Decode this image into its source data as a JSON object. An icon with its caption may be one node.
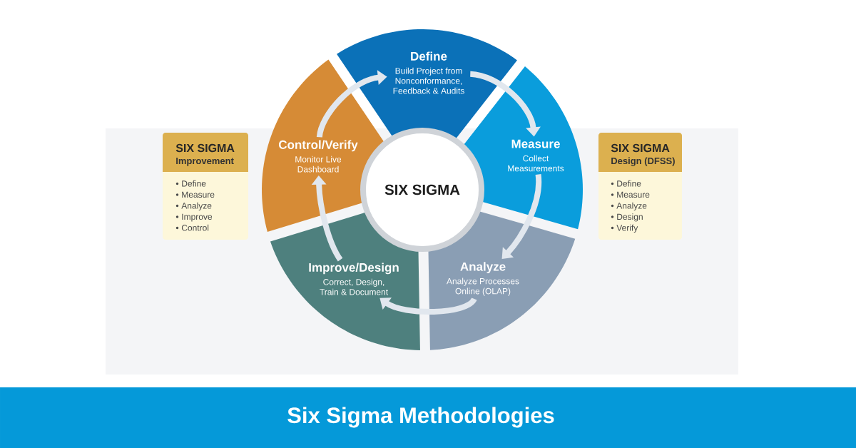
{
  "diagram": {
    "title": "Six Sigma Methodologies",
    "nodes": [
      {
        "text": [
          "Define",
          "Build Project from Nonconformance, Feedback & Audits"
        ]
      },
      {
        "text": [
          "Measure",
          "Collect Measurements"
        ]
      },
      {
        "text": [
          "Analyze",
          "Analyze Processes Online (OLAP)"
        ]
      },
      {
        "text": [
          "Improve/Design",
          "Correct, Design, Train & Document"
        ]
      },
      {
        "text": [
          "Control/Verify",
          "Monitor Live Dashboard"
        ]
      },
      {
        "text": [
          "SIX SIGMA"
        ]
      },
      {
        "text": [
          "SIX SIGMA",
          "Improvement",
          "Define",
          "Measure",
          "Analyze",
          "Improve",
          "Control"
        ]
      },
      {
        "text": [
          "SIX SIGMA",
          "Design (DFSS)",
          "Define",
          "Measure",
          "Analyze",
          "Design",
          "Verify"
        ]
      }
    ],
    "edges": [
      {
        "from": 0,
        "to": 1,
        "arrow": "to"
      },
      {
        "from": 1,
        "to": 2,
        "arrow": "to"
      },
      {
        "from": 2,
        "to": 3,
        "arrow": "to"
      },
      {
        "from": 3,
        "to": 4,
        "arrow": "to"
      },
      {
        "from": 4,
        "to": 0,
        "arrow": "to"
      }
    ]
  }
}
